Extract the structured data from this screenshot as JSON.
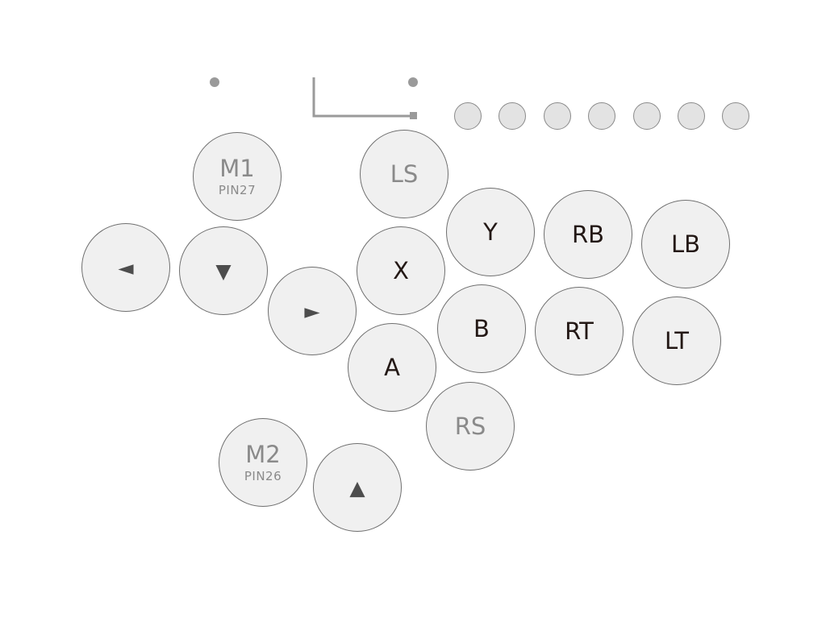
{
  "buttons": {
    "m1": {
      "label": "M1",
      "pin": "PIN27"
    },
    "m2": {
      "label": "M2",
      "pin": "PIN26"
    },
    "ls": {
      "label": "LS"
    },
    "rs": {
      "label": "RS"
    },
    "x": {
      "label": "X"
    },
    "y": {
      "label": "Y"
    },
    "a": {
      "label": "A"
    },
    "b": {
      "label": "B"
    },
    "rb": {
      "label": "RB"
    },
    "lb": {
      "label": "LB"
    },
    "rt": {
      "label": "RT"
    },
    "lt": {
      "label": "LT"
    },
    "left": {
      "symbol": "◄"
    },
    "down": {
      "symbol": "▼"
    },
    "right": {
      "symbol": "►"
    },
    "up": {
      "symbol": "▲"
    }
  },
  "leds": {
    "count": 7
  },
  "colors": {
    "button_fill": "#f0f0f0",
    "button_stroke": "#6f6f6f",
    "label_dark": "#231815",
    "label_grey": "#8a8a8a",
    "led_fill": "#e3e3e3"
  }
}
